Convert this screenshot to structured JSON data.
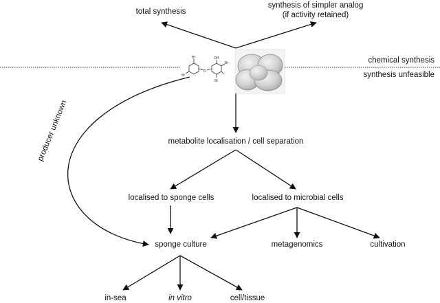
{
  "colors": {
    "ink": "#111111",
    "dashed_line": "#555555",
    "sponge_fill": "#d6d6d6"
  },
  "labels": {
    "total_synthesis": "total synthesis",
    "simpler_analog_line1": "synthesis of simpler analog",
    "simpler_analog_line2": "(if activity retained)",
    "chemical_synthesis": "chemical synthesis",
    "synthesis_unfeasible": "synthesis unfeasible",
    "producer_unknown": "producer unknown",
    "localisation": "metabolite localisation / cell separation",
    "localised_sponge": "localised to sponge cells",
    "localised_microbial": "localised to microbial cells",
    "sponge_culture": "sponge culture",
    "metagenomics": "metagenomics",
    "cultivation": "cultivation",
    "in_sea": "in-sea",
    "in_vitro": "in vitro",
    "cell_tissue": "cell/tissue"
  },
  "molecule": {
    "substituents": {
      "br_left_top": "Br",
      "br_left_bottom": "Br",
      "oh": "OH",
      "o_bridge": "O",
      "br_right_top": "Br",
      "br_right_bottom": "Br"
    }
  },
  "icons": {
    "molecule": "brominated-diphenyl-ether-structure",
    "sponge": "sponge-image"
  }
}
